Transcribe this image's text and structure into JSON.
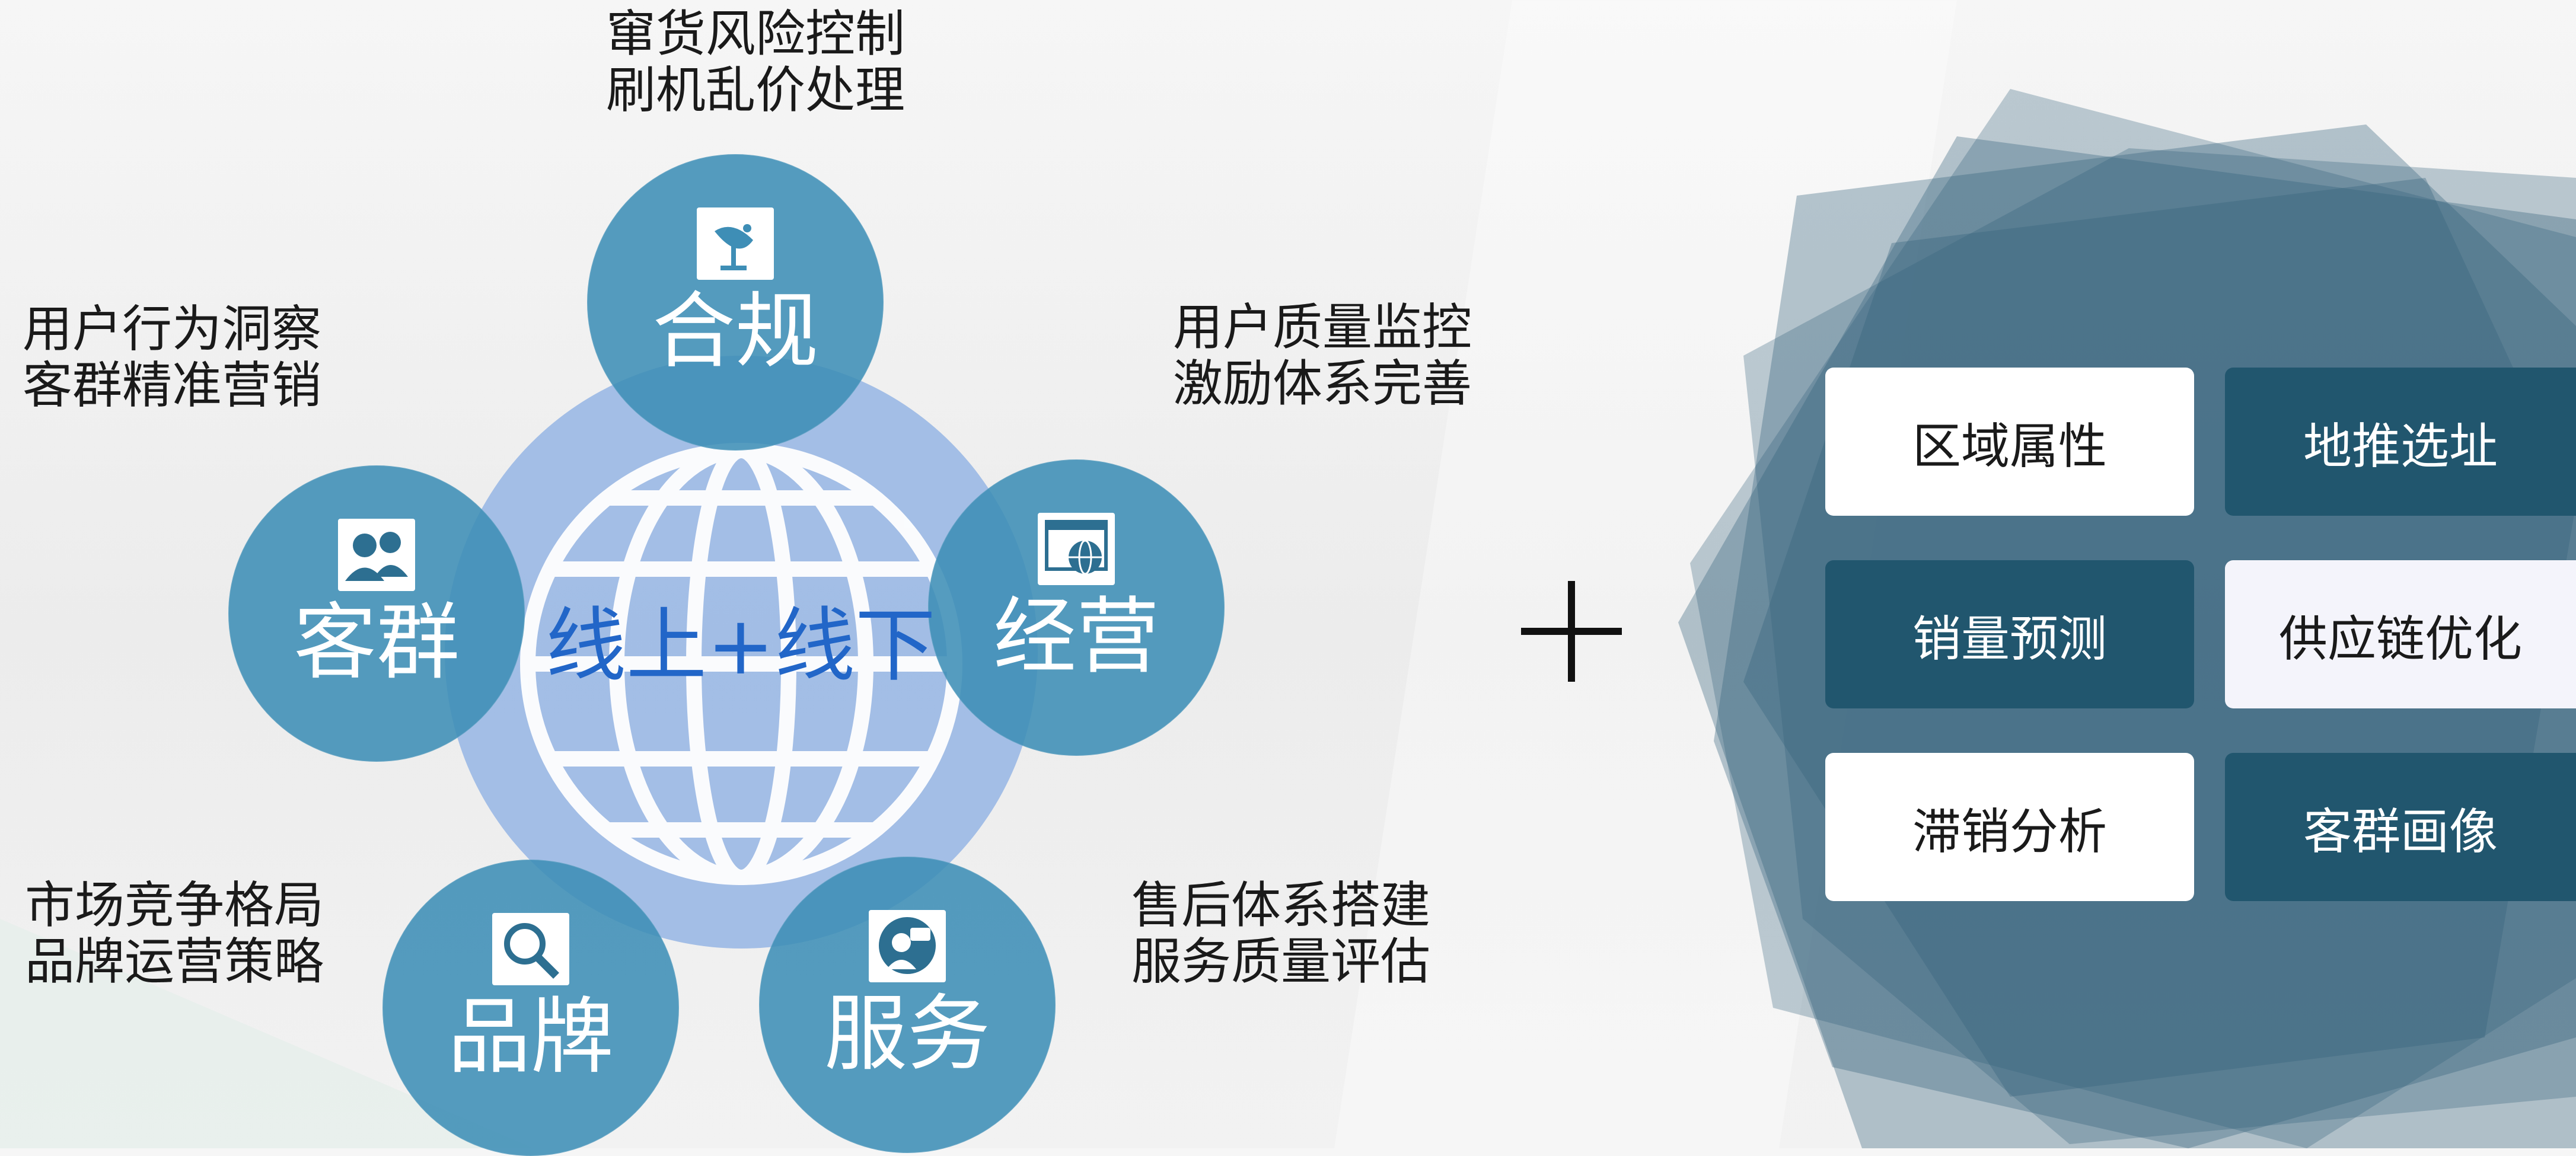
{
  "diagram": {
    "center_label": "线上+线下",
    "plus_symbol": "+",
    "nodes": [
      {
        "label": "合规",
        "icon": "satellite-dish-icon"
      },
      {
        "label": "客群",
        "icon": "users-icon"
      },
      {
        "label": "经营",
        "icon": "web-globe-icon"
      },
      {
        "label": "品牌",
        "icon": "magnifier-icon"
      },
      {
        "label": "服务",
        "icon": "customer-service-icon"
      }
    ],
    "notes": {
      "compliance": [
        "窜货风险控制",
        "刷机乱价处理"
      ],
      "customer": [
        "用户行为洞察",
        "客群精准营销"
      ],
      "operation": [
        "用户质量监控",
        "激励体系完善"
      ],
      "brand": [
        "市场竞争格局",
        "品牌运营策略"
      ],
      "service": [
        "售后体系搭建",
        "服务质量评估"
      ]
    },
    "tiles": [
      {
        "label": "区域属性",
        "style": "light"
      },
      {
        "label": "地推选址",
        "style": "dark"
      },
      {
        "label": "销量预测",
        "style": "dark"
      },
      {
        "label": "供应链优化",
        "style": "light"
      },
      {
        "label": "滞销分析",
        "style": "light"
      },
      {
        "label": "客群画像",
        "style": "dark"
      }
    ],
    "colors": {
      "node_fill": "#3e8eb6",
      "globe_fill": "#9ab8e4",
      "center_text": "#2266c8",
      "tile_dark": "#21566e",
      "polygon": "#33617a"
    }
  }
}
